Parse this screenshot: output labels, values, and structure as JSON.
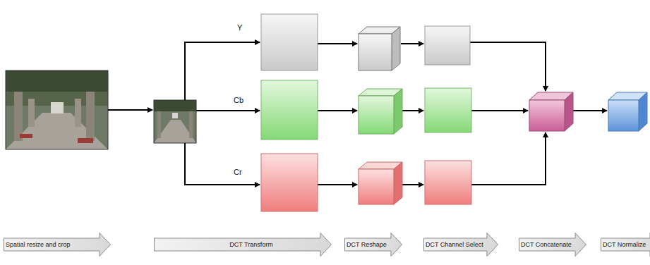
{
  "diagram": {
    "nodes": [
      {
        "text": [
          "Spatial resize and crop"
        ]
      },
      {
        "text": [
          "DCT Transform"
        ]
      },
      {
        "text": [
          "DCT Reshape"
        ]
      },
      {
        "text": [
          "DCT Channel Select"
        ]
      },
      {
        "text": [
          "DCT Concatenate"
        ]
      },
      {
        "text": [
          "DCT Normalize"
        ]
      }
    ],
    "labels": [
      "Y",
      "Cb",
      "Cr"
    ]
  }
}
